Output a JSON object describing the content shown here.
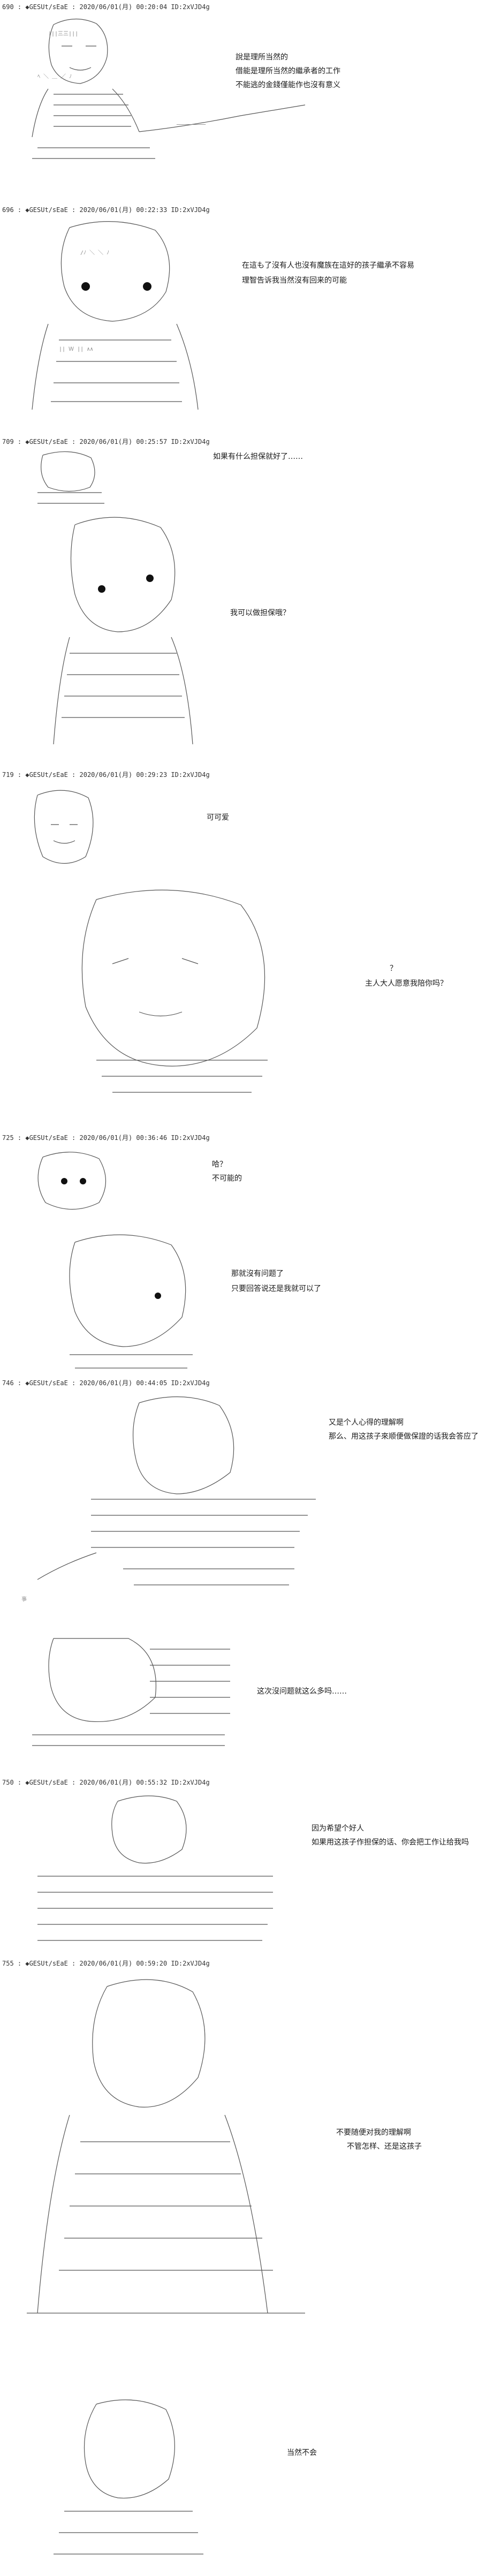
{
  "posts": [
    {
      "header": "690 : ◆GESUt/sEaE : 2020/06/01(月) 00:20:04 ID:2xVJD4g",
      "lines": [
        "說是理所当然的",
        "借能是理所当然的繼承者的工作",
        "不能逃的金錢僅能作也沒有意义"
      ]
    },
    {
      "header": "696 : ◆GESUt/sEaE : 2020/06/01(月) 00:22:33 ID:2xVJD4g",
      "lines": [
        "在這も了沒有人也沒有魔族在這好的孩子繼承不容易",
        "理智告诉我当然沒有回来的可能"
      ]
    },
    {
      "header": "709 : ◆GESUt/sEaE : 2020/06/01(月) 00:25:57 ID:2xVJD4g",
      "lines": [
        "如果有什么担保就好了……"
      ]
    },
    {
      "header": "",
      "lines": [
        "我可以做担保哦？"
      ]
    },
    {
      "header": "719 : ◆GESUt/sEaE : 2020/06/01(月) 00:29:23 ID:2xVJD4g",
      "lines": [
        "可可爱"
      ]
    },
    {
      "header": "",
      "lines": [
        "？",
        "主人大人愿意我陪你吗？"
      ]
    },
    {
      "header": "725 : ◆GESUt/sEaE : 2020/06/01(月) 00:36:46 ID:2xVJD4g",
      "lines": [
        "哈？",
        "不可能的"
      ]
    },
    {
      "header": "",
      "lines": [
        "那就沒有问题了",
        "只要回答说还是我就可以了"
      ]
    },
    {
      "header": "746 : ◆GESUt/sEaE : 2020/06/01(月) 00:44:05 ID:2xVJD4g",
      "lines": [
        "又是个人心得的理解啊",
        "那么、用这孩子來顺便做保證的话我会答应了"
      ]
    },
    {
      "header": "",
      "lines": [
        "这次沒问题就这么多吗……"
      ]
    },
    {
      "header": "750 : ◆GESUt/sEaE : 2020/06/01(月) 00:55:32 ID:2xVJD4g",
      "lines": [
        "因为希望个好人",
        "如果用这孩子作担保的话、你会把工作让给我吗"
      ]
    },
    {
      "header": "755 : ◆GESUt/sEaE : 2020/06/01(月) 00:59:20 ID:2xVJD4g",
      "lines": [
        "不要随便对我的理解啊",
        "不管怎样、还是这孩子"
      ]
    },
    {
      "header": "",
      "lines": [
        "当然不会"
      ]
    }
  ],
  "colors": {
    "text": "#1a1a1a",
    "art": "#444444",
    "background": "#ffffff"
  }
}
